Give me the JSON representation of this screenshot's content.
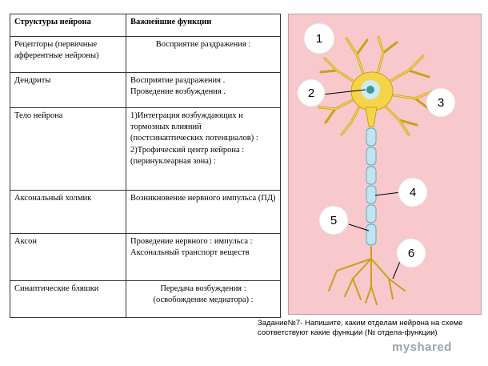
{
  "table": {
    "headers": [
      "Структуры нейрона",
      "Важнейшие функции"
    ],
    "rows": [
      {
        "structure": "Рецепторы (первичные афферентные нейроны)",
        "functions": [
          "Восприятие раздражения :"
        ]
      },
      {
        "structure": "Дендриты",
        "functions": [
          "Восприятие раздражения .",
          "Проведение возбуждения ."
        ]
      },
      {
        "structure": "Тело нейрона",
        "functions": [
          "1)Интеграция возбуждающих и тормозных влияний (постсинаптических потенциалов) :",
          "2)Трофический центр нейрона : (перинуклеарная зона) :"
        ]
      },
      {
        "structure": "Аксональный холмик",
        "functions": [
          "Возникновение нервного импульса (ПД)"
        ]
      },
      {
        "structure": "Аксон",
        "functions": [
          "Проведение нервного : импульса :",
          "Аксональный транспорт веществ"
        ]
      },
      {
        "structure": "Синаптические бляшки",
        "functions": [
          "Передача возбуждения :",
          "(освобождение медиатора) :"
        ]
      }
    ]
  },
  "diagram": {
    "labels": [
      "1",
      "2",
      "3",
      "4",
      "5",
      "6"
    ],
    "colors": {
      "background": "#f7c8cc",
      "neuron": "#f5d44a",
      "neuron_outline": "#c9a21a",
      "axon": "#bfe4f2",
      "soma_core": "#cfeaf2",
      "nucleus": "#3f9a98"
    }
  },
  "caption": "Задание№7- Напишите, каким отделам нейрона на схеме соответствуют какие функции (№ отдела-функции)",
  "logo_text": "myshared"
}
